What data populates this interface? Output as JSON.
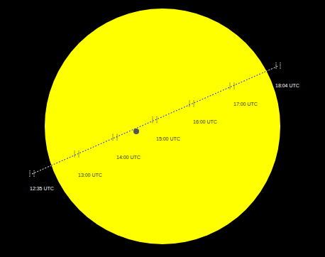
{
  "diagram": {
    "labels": [
      "12:35 UTC",
      "13:00 UTC",
      "14:00 UTC",
      "15:00 UTC",
      "16:00 UTC",
      "17:00 UTC",
      "18:04 UTC"
    ]
  }
}
